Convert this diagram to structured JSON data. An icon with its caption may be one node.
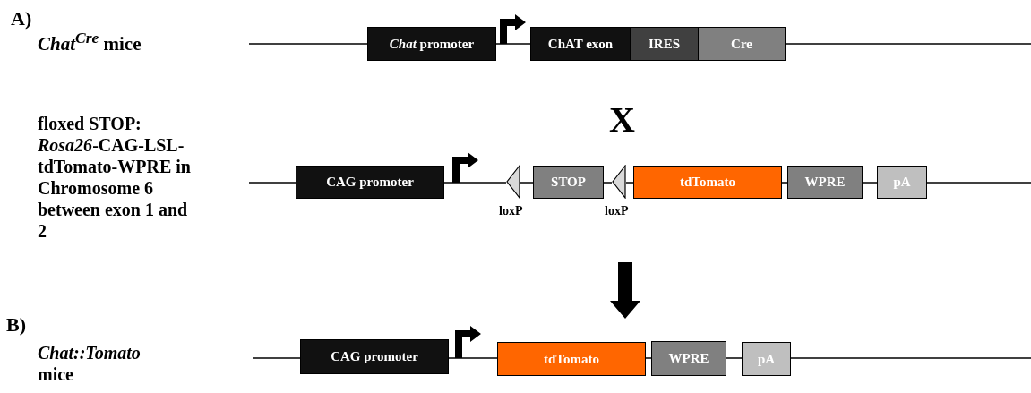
{
  "diagram": {
    "nodes": [
      {
        "text": [
          "*Chat* promoter"
        ]
      },
      {
        "text": [
          "ChAT exon"
        ]
      },
      {
        "text": [
          "IRES"
        ]
      },
      {
        "text": [
          "Cre"
        ]
      },
      {
        "text": [
          "CAG promoter"
        ]
      },
      {
        "text": [],
        "shape": "triangle",
        "beside": [
          "loxP"
        ]
      },
      {
        "text": [
          "STOP"
        ]
      },
      {
        "text": [],
        "shape": "triangle",
        "beside": [
          "loxP"
        ]
      },
      {
        "text": [
          "tdTomato"
        ]
      },
      {
        "text": [
          "WPRE"
        ]
      },
      {
        "text": [
          "pA"
        ]
      },
      {
        "text": [
          "CAG promoter"
        ]
      },
      {
        "text": [
          "tdTomato"
        ]
      },
      {
        "text": [
          "WPRE"
        ]
      },
      {
        "text": [
          "pA"
        ]
      }
    ],
    "edges": [
      {
        "from": null,
        "to": 0,
        "arrow": "none"
      },
      {
        "from": 0,
        "to": 1,
        "arrow": "none"
      },
      {
        "from": 3,
        "to": null,
        "arrow": "none"
      },
      {
        "from": null,
        "to": 4,
        "arrow": "none"
      },
      {
        "from": 4,
        "to": 5,
        "arrow": "none"
      },
      {
        "from": 5,
        "to": 6,
        "arrow": "none"
      },
      {
        "from": 6,
        "to": 7,
        "arrow": "none"
      },
      {
        "from": 7,
        "to": 8,
        "arrow": "none"
      },
      {
        "from": 8,
        "to": 9,
        "arrow": "none"
      },
      {
        "from": 9,
        "to": 10,
        "arrow": "none"
      },
      {
        "from": 10,
        "to": null,
        "arrow": "none"
      },
      {
        "from": null,
        "to": 11,
        "arrow": "none"
      },
      {
        "from": 11,
        "to": 12,
        "arrow": "none"
      },
      {
        "from": 12,
        "to": 13,
        "arrow": "none"
      },
      {
        "from": 13,
        "to": 14,
        "arrow": "none"
      },
      {
        "from": 14,
        "to": null,
        "arrow": "none"
      }
    ],
    "labels": [
      "A)",
      "*Chat*$^{Cre}$ mice",
      "X",
      "floxed STOP: *Rosa26*-CAG-LSL-tdTomato-WPRE in Chromosome 6 between exon 1 and 2",
      "B)",
      "*Chat::Tomato* mice"
    ]
  }
}
